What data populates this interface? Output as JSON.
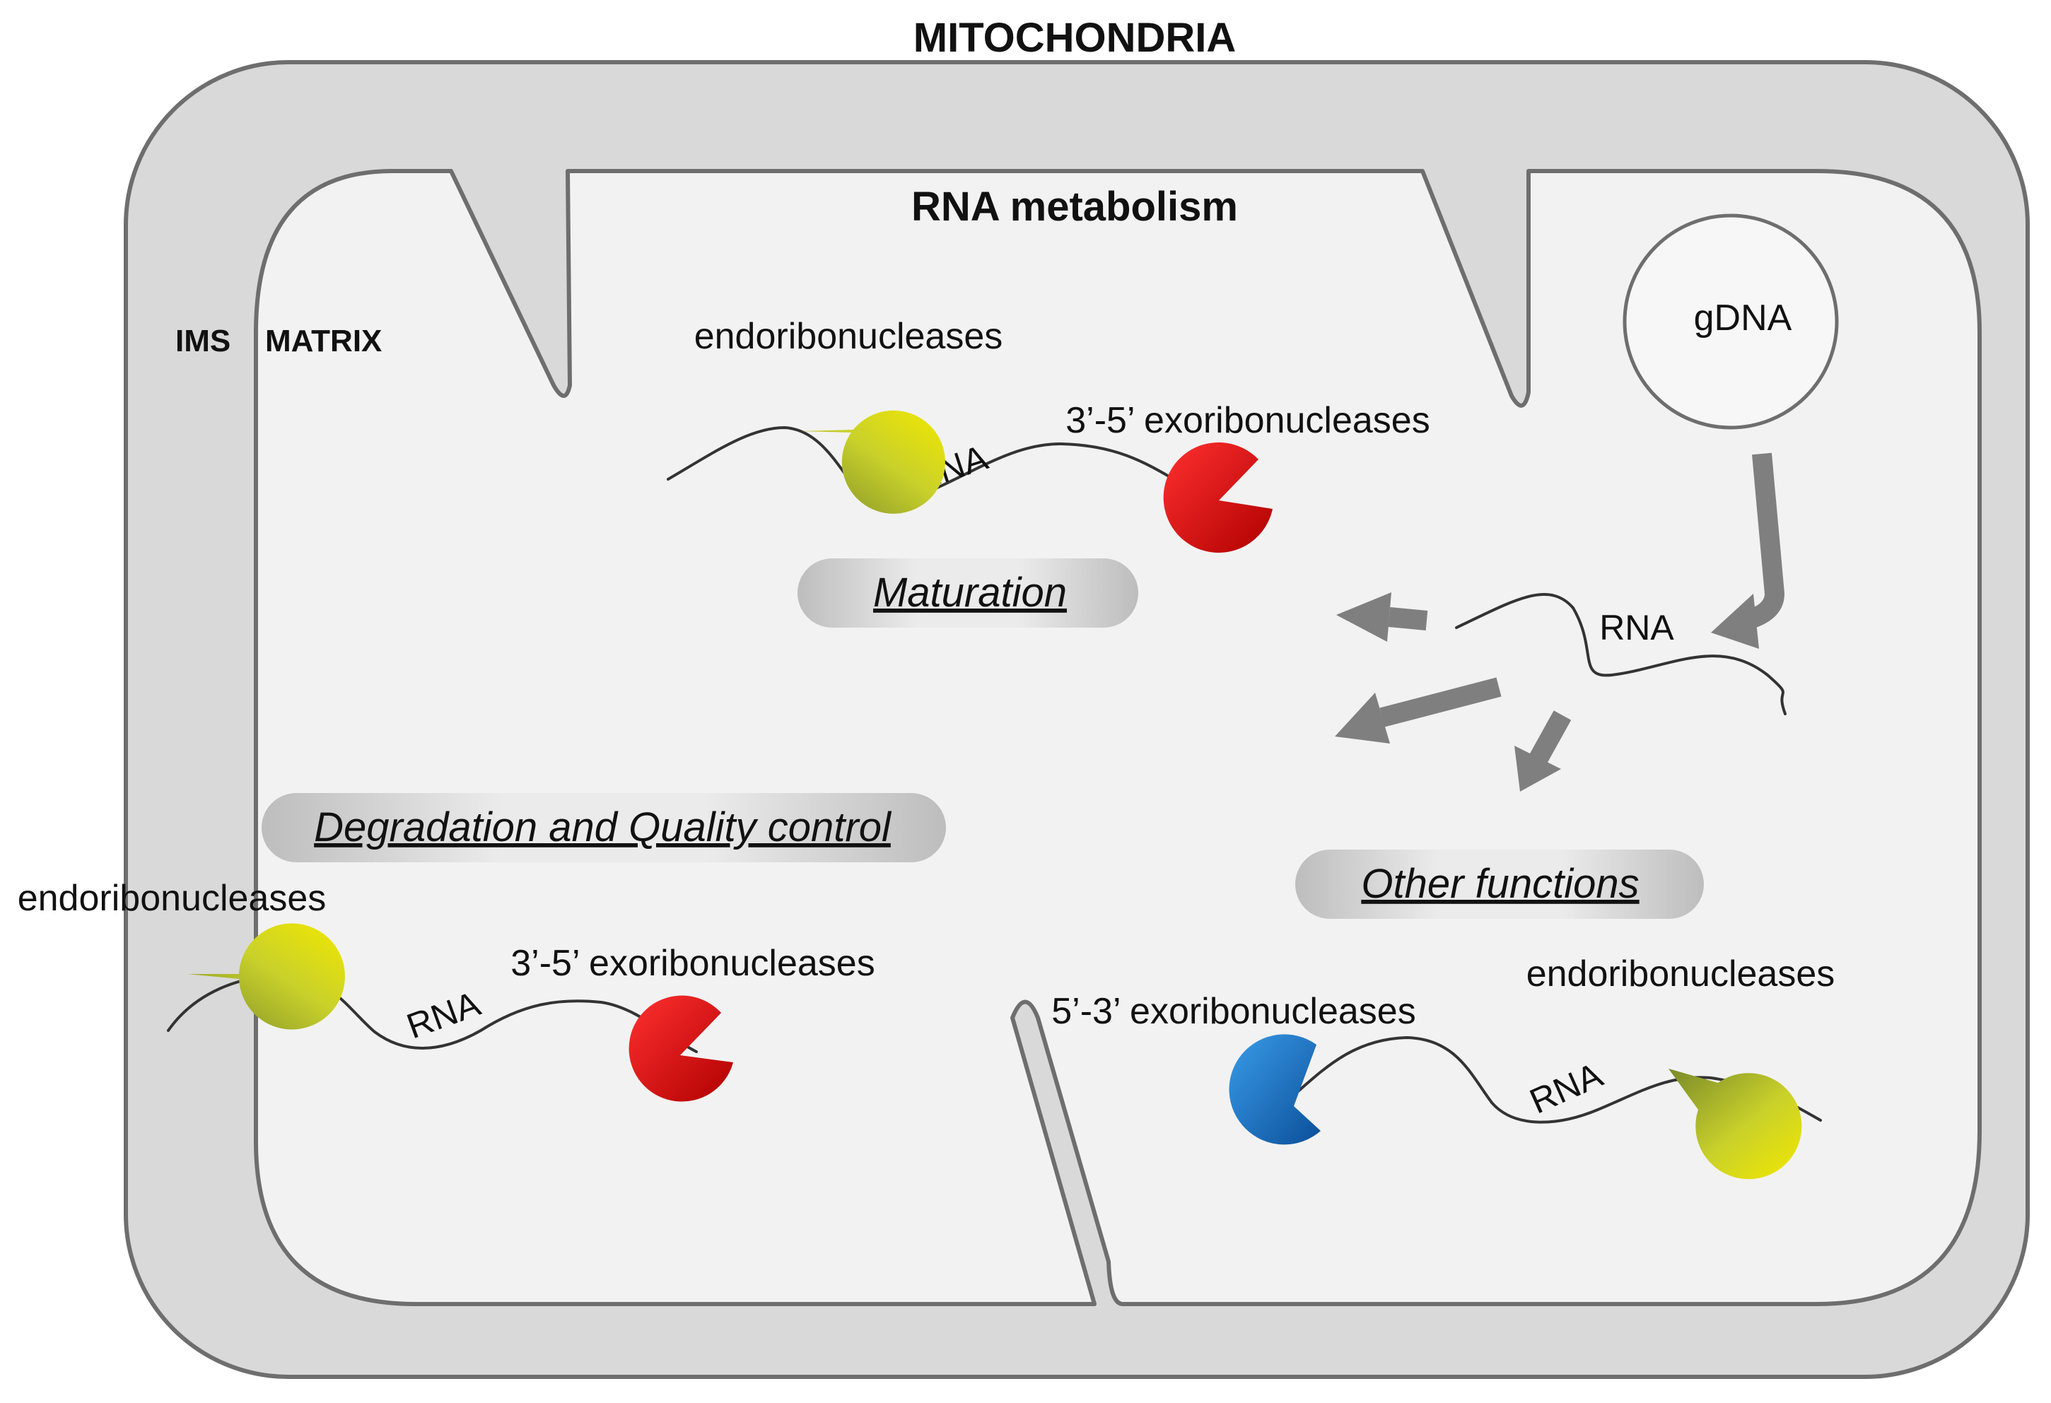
{
  "labels": {
    "title": "MITOCHONDRIA",
    "subtitle": "RNA metabolism",
    "ims": "IMS",
    "matrix": "MATRIX",
    "gdna": "gDNA",
    "rna": "RNA",
    "endo": "endoribonucleases",
    "exo35": "3’-5’ exoribonucleases",
    "exo53": "5’-3’ exoribonucleases"
  },
  "processes": {
    "maturation": "Maturation",
    "degradation": "Degradation  and Quality control",
    "other": "Other functions"
  },
  "colors": {
    "endo_light": "#f2e800",
    "endo_dark": "#7a8a2a",
    "exo35_light": "#ff2a2a",
    "exo35_dark": "#b80000",
    "exo53_light": "#2a8fe0",
    "exo53_dark": "#0b4f9a",
    "arrow": "#7f7f7f",
    "outer_membrane": "#d9d9d9",
    "matrix": "#f2f2f2"
  }
}
